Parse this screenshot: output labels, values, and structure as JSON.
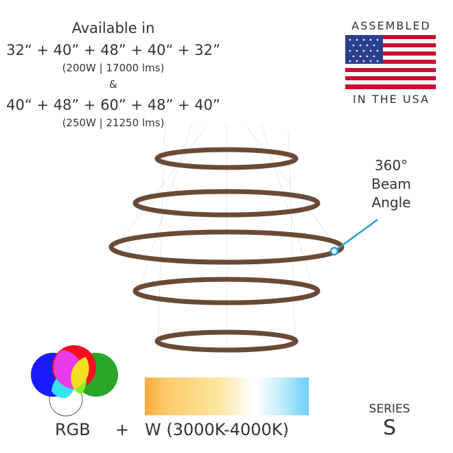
{
  "availability": {
    "heading": "Available in",
    "option1_sizes": "32“ + 40” + 48” + 40“ + 32”",
    "option1_specs": "(200W | 17000 lms)",
    "separator": "&",
    "option2_sizes": "40“ + 48” + 60” + 48” + 40”",
    "option2_specs": "(250W | 21250 lms)"
  },
  "badge": {
    "top": "ASSEMBLED",
    "bottom": "IN THE USA"
  },
  "beam_label": {
    "line1": "360°",
    "line2": "Beam",
    "line3": "Angle"
  },
  "color_options": {
    "rgb": "RGB",
    "plus": "+",
    "white": "W (3000K-4000K)"
  },
  "series": {
    "label": "SERIES",
    "value": "S"
  },
  "colors": {
    "ring": "#6b4a35",
    "callout": "#2a9fd6",
    "text": "#333333"
  }
}
